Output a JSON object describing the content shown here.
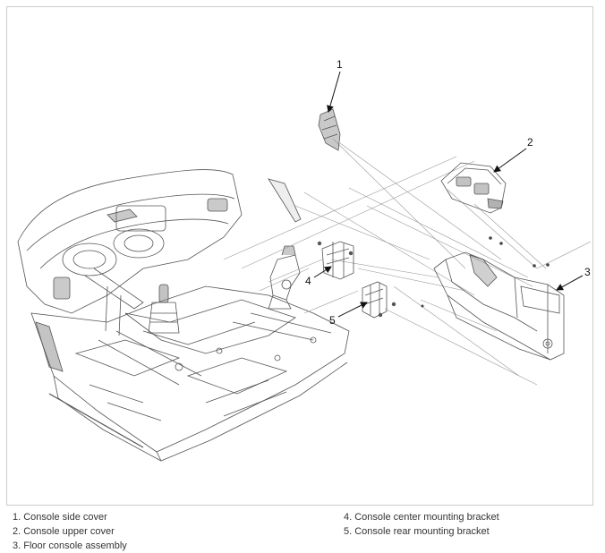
{
  "callouts": [
    {
      "number": "1"
    },
    {
      "number": "2"
    },
    {
      "number": "3"
    },
    {
      "number": "4"
    },
    {
      "number": "5"
    }
  ],
  "legend": {
    "left": [
      "1. Console side cover",
      "2. Console upper cover",
      "3. Floor console assembly"
    ],
    "right": [
      "4. Console center mounting bracket",
      "5. Console rear mounting bracket"
    ]
  },
  "colors": {
    "line": "#555555",
    "frame": "#cccccc",
    "text": "#333333"
  }
}
